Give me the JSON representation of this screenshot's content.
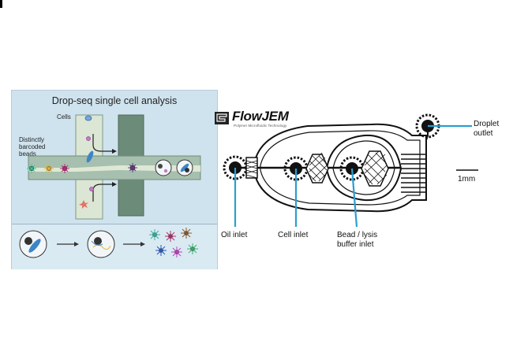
{
  "left_diagram": {
    "title": "Drop-seq single cell analysis",
    "cells_label": "Cells",
    "beads_label": "Distinctly barcoded beads",
    "colors": {
      "panel_bg": "#cfe3ee",
      "channel_fill": "#9fb7a7",
      "channel_dark": "#5f7e6c",
      "channel_light": "#dfe8d8",
      "cell_blue": "#3a7bbf",
      "bead_dark": "#333333"
    }
  },
  "right_diagram": {
    "logo_title": "FlowJEM",
    "logo_subtitle": "Polymer Microfluidic Technology",
    "oil_inlet": "Oil inlet",
    "cell_inlet": "Cell inlet",
    "bead_inlet": "Bead / lysis buffer inlet",
    "droplet_outlet": "Droplet outlet",
    "scale_bar": "1mm",
    "colors": {
      "leader_line": "#2a9fd0",
      "channel_stroke": "#111111"
    }
  }
}
